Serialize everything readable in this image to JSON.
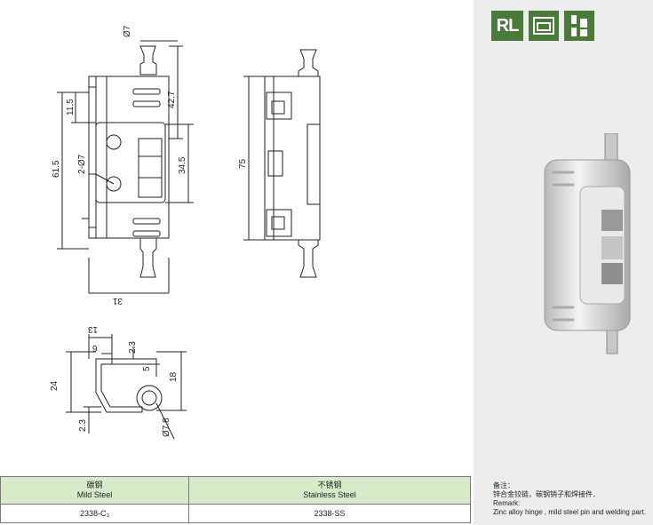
{
  "dimensions": {
    "pin_dia": "Ø7",
    "pin_len": "42.7",
    "top_offset": "11.5",
    "overall_h": "61.5",
    "holes": "2-Ø7",
    "hole_pitch": "34.5",
    "width": "31",
    "side_h": "75",
    "sec_13": "13",
    "sec_9": "9",
    "sec_2_3_top": "2.3",
    "sec_5": "5",
    "sec_24": "24",
    "sec_18": "18",
    "sec_2_3_bot": "2.3",
    "sec_pin": "Ø7.8"
  },
  "icons": {
    "rl_label": "RL",
    "rl": "rl-badge-icon",
    "door": "door-icon",
    "mount": "mount-icon"
  },
  "remark": {
    "title_cn": "备注：",
    "line_cn": "锌合金铰链，碳钢销子和焊接件．",
    "title_en": "Remark:",
    "line_en": "Zinc alloy  hinge , mild steel pin and welding part."
  },
  "table": {
    "headers": [
      {
        "cn": "碳钢",
        "en": "Mild Steel"
      },
      {
        "cn": "不锈钢",
        "en": "Stainless Steel"
      }
    ],
    "row": [
      "2338-C₃",
      "2338-SS"
    ]
  },
  "colors": {
    "badge_green": "#4a7a3a",
    "header_green": "#d6ebc8",
    "panel_gray": "#ededed"
  }
}
